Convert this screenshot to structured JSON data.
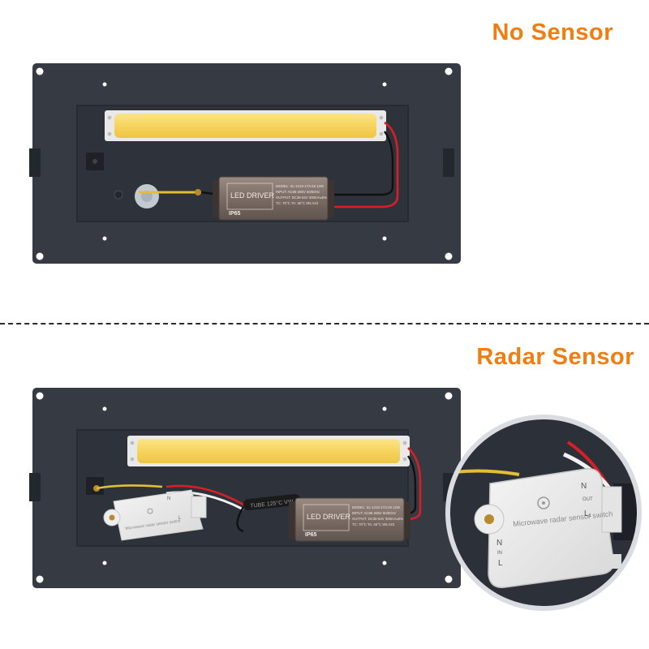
{
  "headings": {
    "no_sensor": "No Sensor",
    "radar_sensor": "Radar Sensor"
  },
  "driver": {
    "title": "LED DRIVER",
    "model": "MODEL: SL-1210-1T3-26 12W",
    "input": "INPUT: AC85-265V 50/60Hz",
    "output": "OUTPUT: DC36-54V 300mA±5%",
    "tc": "TC: 70°C  TA: 45°C  SN:A23",
    "rating": "IP65"
  },
  "sensor": {
    "label": "Microwave radar sensor switch",
    "pin_n": "N",
    "pin_l": "L",
    "out": "OUT",
    "in": "IN",
    "out_n": "N",
    "out_l": "L₁"
  },
  "sleeve_text": "TUBE 125°C VW",
  "colors": {
    "accent": "#f07d12",
    "panel": "#353a43",
    "led": "#f6d45e",
    "wire_red": "#d81f26"
  }
}
